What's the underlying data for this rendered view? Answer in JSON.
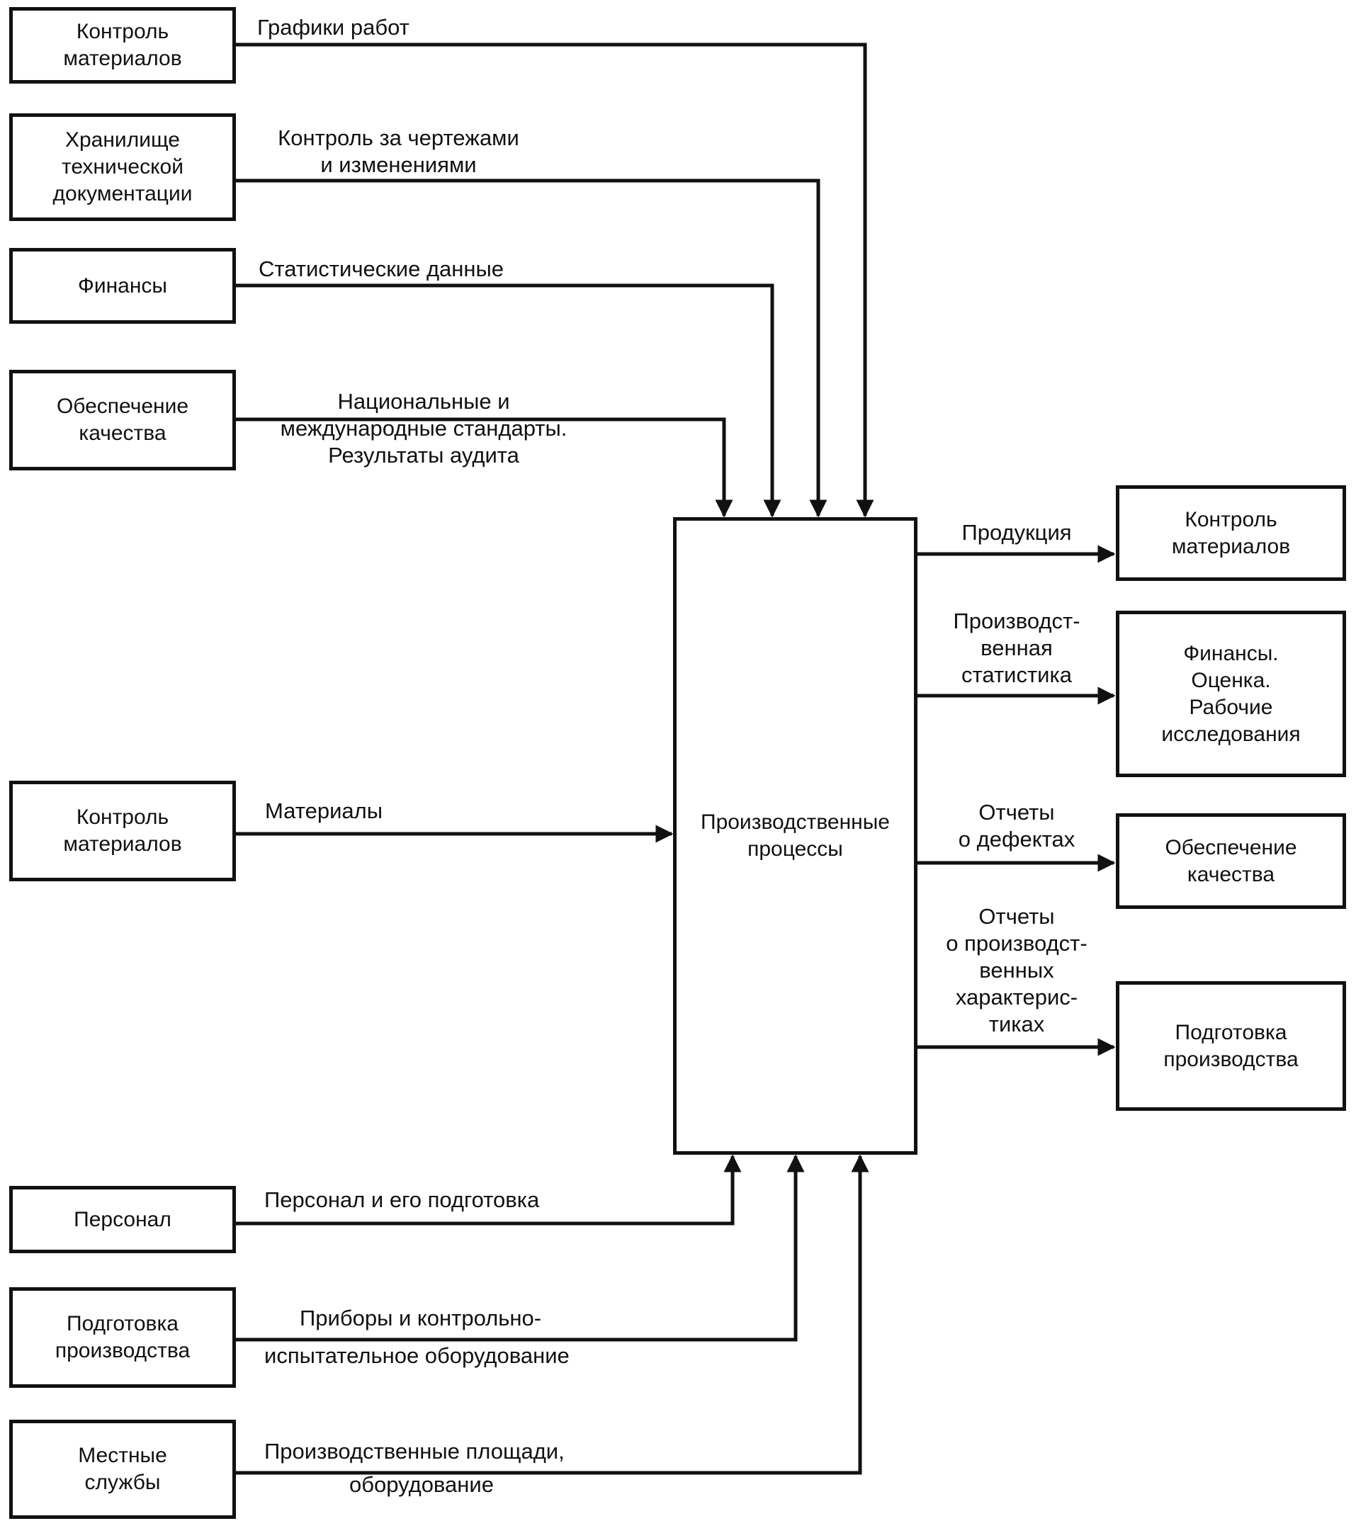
{
  "center": {
    "label": "Производственные\nпроцессы"
  },
  "inputs_top": [
    {
      "box": "Контроль\nматериалов",
      "flow": "Графики работ"
    },
    {
      "box": "Хранилище\nтехнической\nдокументации",
      "flow": "Контроль за чертежами\nи изменениями"
    },
    {
      "box": "Финансы",
      "flow": "Статистические данные"
    },
    {
      "box": "Обеспечение\nкачества",
      "flow": "Национальные и\nмеждународные стандарты.\nРезультаты аудита"
    }
  ],
  "input_left": {
    "box": "Контроль\nматериалов",
    "flow": "Материалы"
  },
  "inputs_bottom": [
    {
      "box": "Персонал",
      "flow": "Персонал и его подготовка"
    },
    {
      "box": "Подготовка\nпроизводства",
      "flow_1": "Приборы и контрольно-",
      "flow_2": "испытательное оборудование"
    },
    {
      "box": "Местные\nслужбы",
      "flow_1": "Производственные площади,",
      "flow_2": "оборудование"
    }
  ],
  "outputs": [
    {
      "flow": "Продукция",
      "box": "Контроль\nматериалов"
    },
    {
      "flow": "Производст-\nвенная\nстатистика",
      "box": "Финансы.\nОценка.\nРабочие\nисследования"
    },
    {
      "flow": "Отчеты\nо дефектах",
      "box": "Обеспечение\nкачества"
    },
    {
      "flow": "Отчеты\nо производст-\nвенных\nхарактерис-\nтиках",
      "box": "Подготовка\nпроизводства"
    }
  ]
}
